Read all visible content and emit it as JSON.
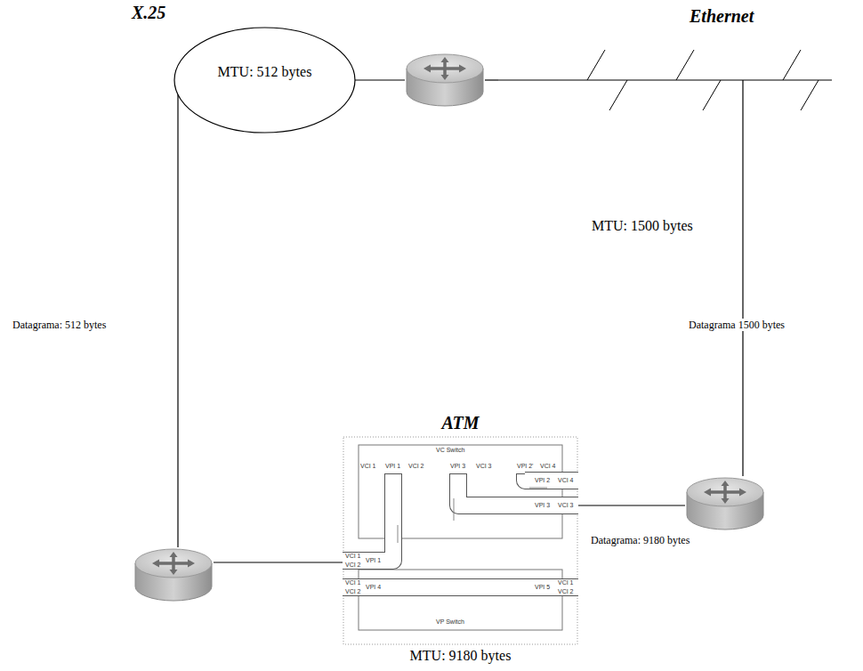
{
  "diagram": {
    "nodes": [
      {
        "text": [
          "X.25",
          "MTU: 512 bytes"
        ]
      },
      {
        "text": []
      },
      {
        "text": [
          "Ethernet",
          "MTU: 1500 bytes"
        ]
      },
      {
        "text": []
      },
      {
        "text": [
          "ATM",
          "MTU: 9180 bytes"
        ]
      },
      {
        "text": []
      }
    ],
    "edges": [
      {
        "from": 0,
        "to": 1,
        "arrow": "none"
      },
      {
        "from": 1,
        "to": 2,
        "arrow": "none"
      },
      {
        "from": 0,
        "to": 3,
        "arrow": "none",
        "label": "Datagrama: 512 bytes"
      },
      {
        "from": 2,
        "to": 5,
        "arrow": "none",
        "label": "Datagrama 1500 bytes"
      },
      {
        "from": 3,
        "to": 4,
        "arrow": "none"
      },
      {
        "from": 5,
        "to": 4,
        "arrow": "none",
        "label": "Datagrama: 9180 bytes"
      }
    ],
    "labels": [
      "VC Switch",
      "VCI 1",
      "VPI 1",
      "VCI 2",
      "VPI 3",
      "VCI 3",
      "VPI 2'",
      "VCI 4",
      "VCI 1",
      "VCI 2",
      "VPI 1",
      "VCI 1",
      "VCI 2",
      "VPI 4",
      "VPI 2",
      "VCI 4",
      "VPI 3",
      "VCI 3",
      "VPI 5",
      "VCI 1",
      "VCI 2",
      "VP Switch"
    ]
  }
}
